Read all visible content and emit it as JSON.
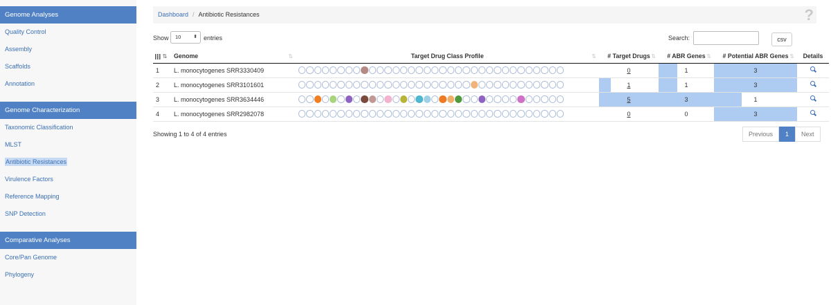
{
  "sidebar": {
    "sections": [
      {
        "header": "Genome Analyses",
        "items": [
          "Quality Control",
          "Assembly",
          "Scaffolds",
          "Annotation"
        ]
      },
      {
        "header": "Genome Characterization",
        "items": [
          "Taxonomic Classification",
          "MLST",
          "Antibiotic Resistances",
          "Virulence Factors",
          "Reference Mapping",
          "SNP Detection"
        ]
      },
      {
        "header": "Comparative Analyses",
        "items": [
          "Core/Pan Genome",
          "Phylogeny"
        ]
      }
    ],
    "active_item": "Antibiotic Resistances"
  },
  "breadcrumb": {
    "link": "Dashboard",
    "separator": "/",
    "current": "Antibiotic Resistances"
  },
  "help_icon": "question-mark-icon",
  "controls": {
    "show_label": "Show",
    "length_value": "10",
    "entries_label": "entries",
    "search_label": "Search:",
    "search_value": "",
    "csv_label": "csv"
  },
  "table": {
    "headers": {
      "genome": "Genome",
      "profile": "Target Drug Class Profile",
      "target_drugs": "# Target Drugs",
      "abr_genes": "# ABR Genes",
      "potential_abr_genes": "# Potential ABR Genes",
      "details": "Details"
    },
    "max_values": {
      "target_drugs": 5,
      "abr_genes": 3,
      "potential_abr_genes": 3
    },
    "rows": [
      {
        "index": "1",
        "genome": "L. monocytogenes SRR3330409",
        "target_drugs": "0",
        "abr_genes": "1",
        "potential_abr_genes": "3",
        "profile": {
          "8": "#b58a84"
        }
      },
      {
        "index": "2",
        "genome": "L. monocytogenes SRR3101601",
        "target_drugs": "1",
        "abr_genes": "1",
        "potential_abr_genes": "3",
        "profile": {
          "22": "#f0b47a"
        }
      },
      {
        "index": "3",
        "genome": "L. monocytogenes SRR3634446",
        "target_drugs": "5",
        "abr_genes": "3",
        "potential_abr_genes": "1",
        "profile": {
          "2": "#ef7f22",
          "4": "#a8d47e",
          "6": "#8e63c3",
          "8": "#7a4b3c",
          "9": "#c09996",
          "11": "#f1b3cd",
          "13": "#b8b43a",
          "15": "#4fb7cf",
          "16": "#9ed0e8",
          "18": "#f07a22",
          "19": "#f0b06a",
          "20": "#4f9a3c",
          "23": "#8e63c3",
          "28": "#cf71c7"
        }
      },
      {
        "index": "4",
        "genome": "L. monocytogenes SRR2982078",
        "target_drugs": "0",
        "abr_genes": "0",
        "potential_abr_genes": "3",
        "profile": {}
      }
    ],
    "profile_slots": 34
  },
  "footer": {
    "info": "Showing 1 to 4 of 4 entries",
    "previous": "Previous",
    "page": "1",
    "next": "Next"
  },
  "colors": {
    "accent": "#4f81c4",
    "bar": "#aecbf1",
    "link": "#3a6fb5"
  }
}
